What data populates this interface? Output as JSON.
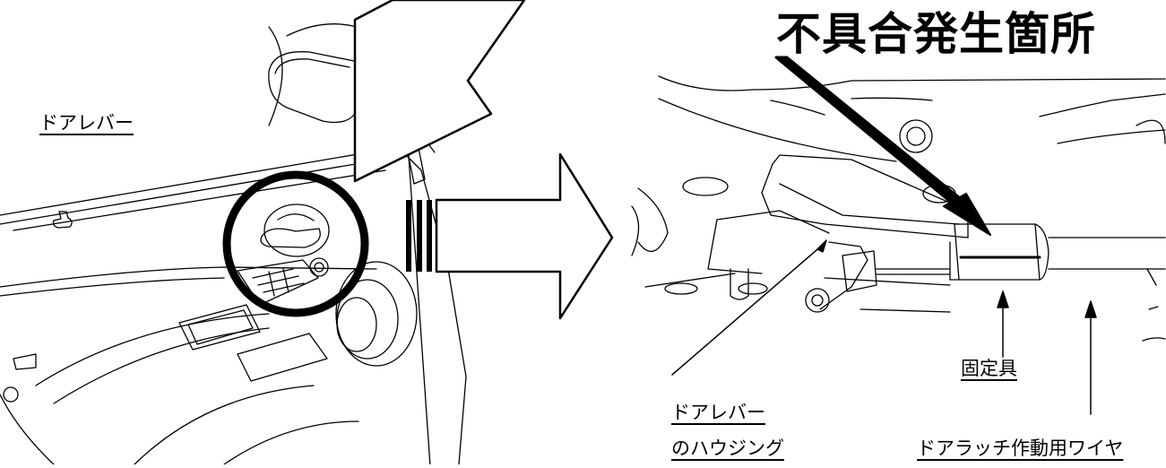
{
  "title": "不具合発生箇所",
  "labels": {
    "door_lever_left": "ドアレバー",
    "door_lever_housing_line1": "ドアレバー",
    "door_lever_housing_line2": "のハウジング",
    "fixture": "固定具",
    "latch_wire": "ドアラッチ作動用ワイヤ"
  },
  "icons": {
    "callout_arrow_top": "hollow-arrow-down-left",
    "transition_arrow": "hollow-arrow-right",
    "focus_circle": "circle-highlight",
    "leader_arrow": "bold-diagonal-arrow"
  }
}
